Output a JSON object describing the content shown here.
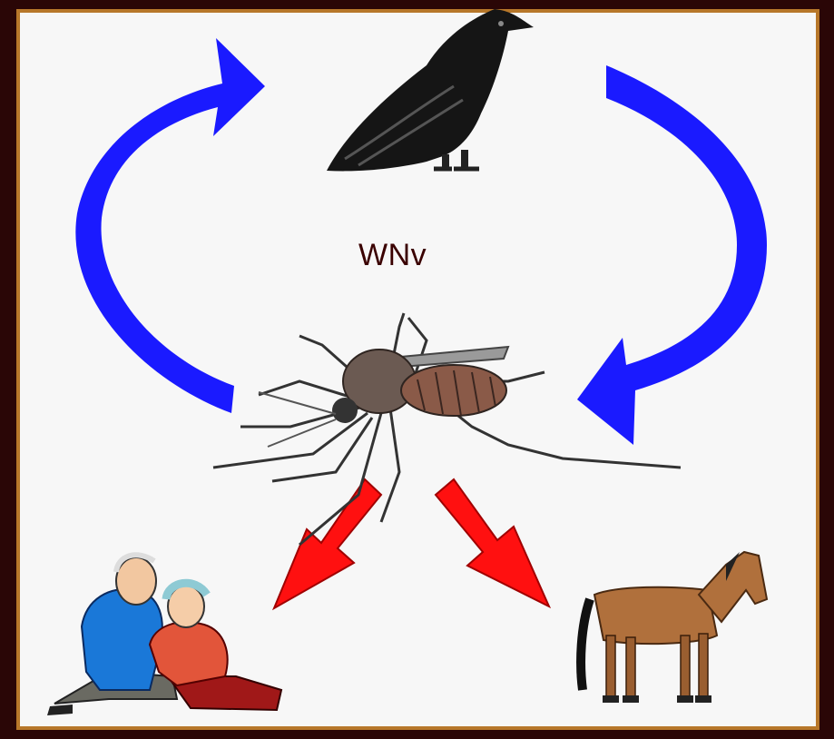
{
  "diagram": {
    "title_label": "WNv",
    "nodes": [
      {
        "id": "crow",
        "kind": "bird reservoir host"
      },
      {
        "id": "mosquito",
        "kind": "vector"
      },
      {
        "id": "humans",
        "kind": "incidental host"
      },
      {
        "id": "horse",
        "kind": "incidental host"
      }
    ],
    "edges": [
      {
        "from": "mosquito",
        "to": "crow",
        "color": "#1a1aff"
      },
      {
        "from": "crow",
        "to": "mosquito",
        "color": "#1a1aff"
      },
      {
        "from": "mosquito",
        "to": "humans",
        "color": "#ff0000"
      },
      {
        "from": "mosquito",
        "to": "horse",
        "color": "#ff0000"
      }
    ],
    "colors": {
      "frame": "#2a0606",
      "panel_border": "#b7772a",
      "cycle_arrow": "#1a1aff",
      "spillover_arrow": "#ff0000"
    }
  }
}
